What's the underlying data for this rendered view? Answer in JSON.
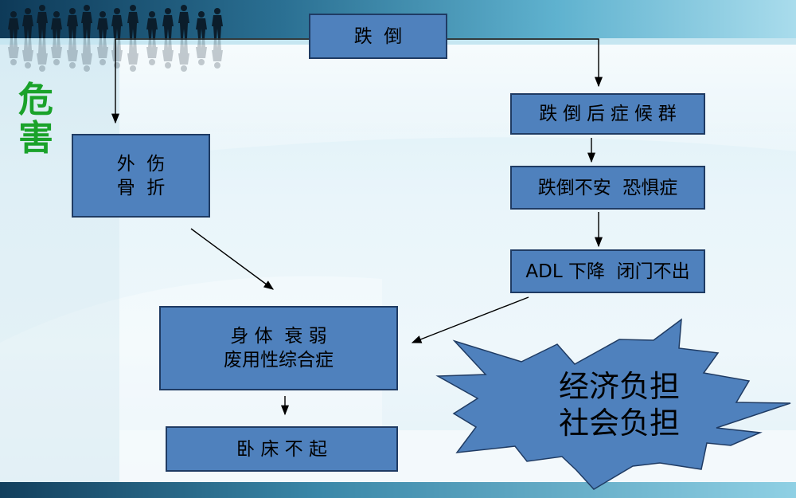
{
  "side_title": "危害",
  "nodes": {
    "fall": "跌  倒",
    "post_fall_syndrome": "跌倒后症候群",
    "fear_of_falling": "跌倒不安  恐惧症",
    "adl_decline": "ADL 下降  闭门不出",
    "injury_line1": "外  伤",
    "injury_line2": "骨  折",
    "frailty_line1": "身 体  衰 弱",
    "frailty_line2": "废用性综合症",
    "bedridden": "卧 床 不 起"
  },
  "burden": {
    "line1": "经济负担",
    "line2": "社会负担"
  },
  "colors": {
    "box_fill": "#4f81bd",
    "box_border": "#1f3b63",
    "title_green": "#1aa22a",
    "burst_fill": "#4f81bd"
  }
}
